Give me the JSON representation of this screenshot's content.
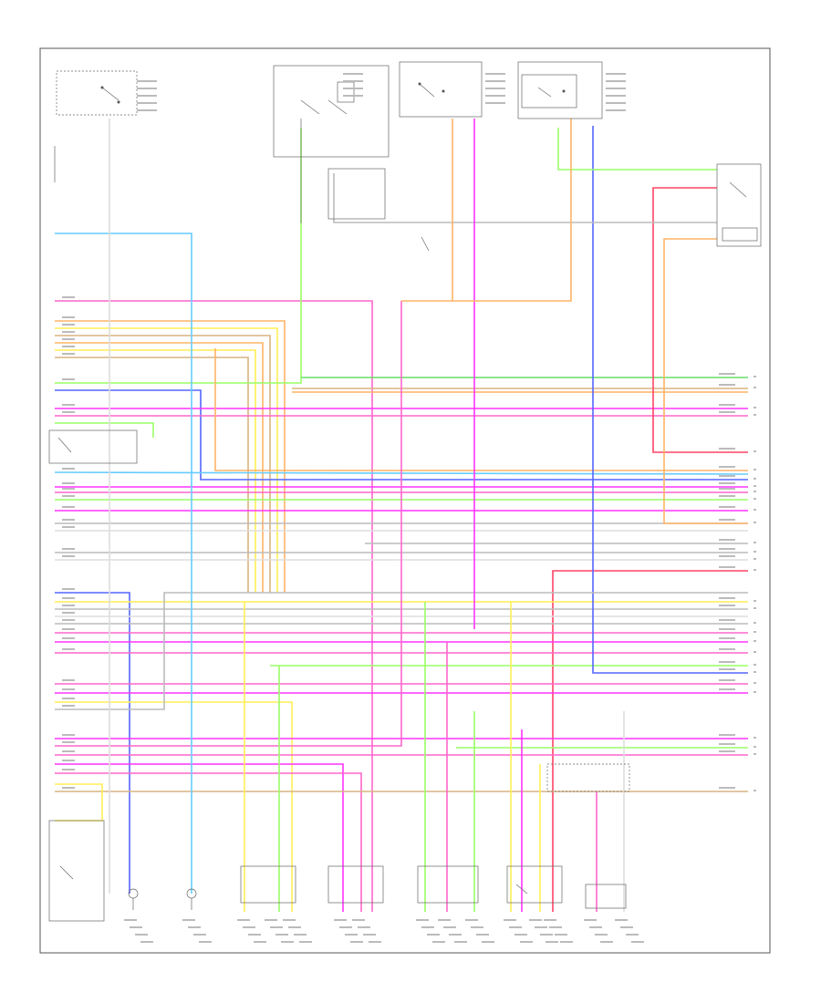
{
  "diagram": {
    "page_label": "",
    "colors": {
      "pink": "#ff66cc",
      "magenta": "#ff33ff",
      "orange": "#ffb366",
      "yellow": "#ffee55",
      "light_green": "#99ff66",
      "green": "#66dd66",
      "blue": "#5566ff",
      "light_blue": "#66ccff",
      "cyan": "#88eeee",
      "gray": "#bbbbbb",
      "tan": "#d9b380",
      "red": "#ff4466",
      "light_gray": "#dddddd"
    },
    "components": [
      {
        "id": "left-rear-door-ajar-switch",
        "label": ""
      },
      {
        "id": "left-front-door-ajar-switch",
        "label": ""
      },
      {
        "id": "left-front-door-lock-switch",
        "label": ""
      },
      {
        "id": "passenger-door-lock-switch",
        "label": ""
      },
      {
        "id": "left-rear-door-lock-switch",
        "label": ""
      },
      {
        "id": "driver-door-lock-actuator",
        "label": ""
      },
      {
        "id": "passenger-door-lock-actuator",
        "label": ""
      },
      {
        "id": "left-rear-lock-actuator",
        "label": ""
      },
      {
        "id": "right-rear-lock-actuator",
        "label": ""
      },
      {
        "id": "liftgate-actuator",
        "label": ""
      },
      {
        "id": "rear-door-control-module",
        "label": ""
      }
    ]
  }
}
